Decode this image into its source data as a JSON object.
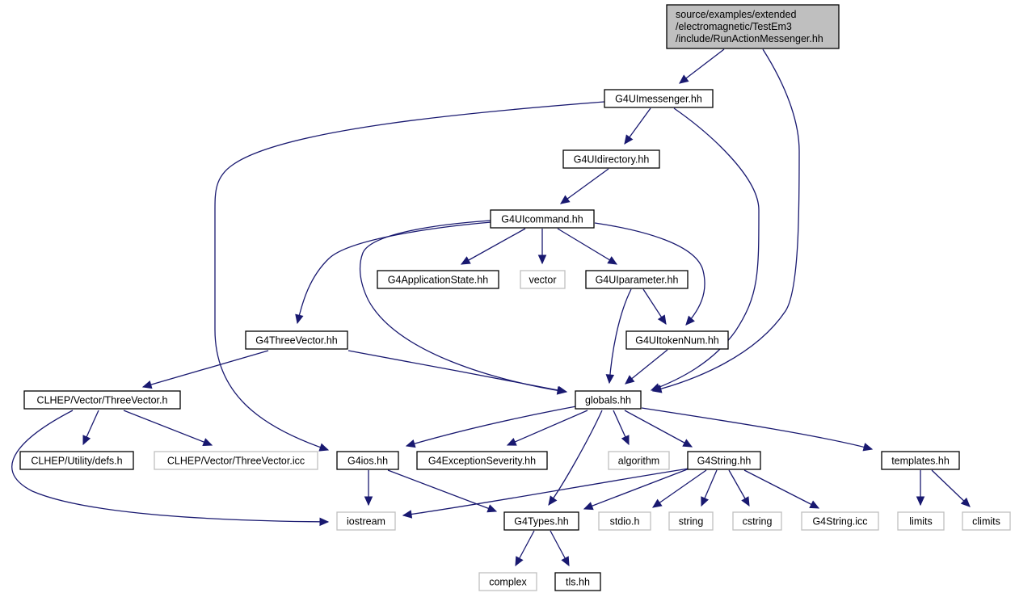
{
  "root": {
    "id": "root",
    "lines": [
      "source/examples/extended",
      "/electromagnetic/TestEm3",
      "/include/RunActionMessenger.hh"
    ]
  },
  "nodes": [
    {
      "id": "uimessenger",
      "label": "G4UImessenger.hh",
      "external": false
    },
    {
      "id": "uidirectory",
      "label": "G4UIdirectory.hh",
      "external": false
    },
    {
      "id": "uicommand",
      "label": "G4UIcommand.hh",
      "external": false
    },
    {
      "id": "appstate",
      "label": "G4ApplicationState.hh",
      "external": false
    },
    {
      "id": "vector",
      "label": "vector",
      "external": true
    },
    {
      "id": "uiparameter",
      "label": "G4UIparameter.hh",
      "external": false
    },
    {
      "id": "threevector",
      "label": "G4ThreeVector.hh",
      "external": false
    },
    {
      "id": "uitokennum",
      "label": "G4UItokenNum.hh",
      "external": false
    },
    {
      "id": "clhep3v",
      "label": "CLHEP/Vector/ThreeVector.h",
      "external": false
    },
    {
      "id": "globals",
      "label": "globals.hh",
      "external": false
    },
    {
      "id": "defs",
      "label": "CLHEP/Utility/defs.h",
      "external": false
    },
    {
      "id": "clhep3vicc",
      "label": "CLHEP/Vector/ThreeVector.icc",
      "external": true
    },
    {
      "id": "g4ios",
      "label": "G4ios.hh",
      "external": false
    },
    {
      "id": "excsev",
      "label": "G4ExceptionSeverity.hh",
      "external": false
    },
    {
      "id": "algorithm",
      "label": "algorithm",
      "external": true
    },
    {
      "id": "g4string",
      "label": "G4String.hh",
      "external": false
    },
    {
      "id": "templates",
      "label": "templates.hh",
      "external": false
    },
    {
      "id": "iostream",
      "label": "iostream",
      "external": true
    },
    {
      "id": "g4types",
      "label": "G4Types.hh",
      "external": false
    },
    {
      "id": "stdio",
      "label": "stdio.h",
      "external": true
    },
    {
      "id": "string",
      "label": "string",
      "external": true
    },
    {
      "id": "cstring",
      "label": "cstring",
      "external": true
    },
    {
      "id": "g4stringicc",
      "label": "G4String.icc",
      "external": true
    },
    {
      "id": "limits",
      "label": "limits",
      "external": true
    },
    {
      "id": "climits",
      "label": "climits",
      "external": true
    },
    {
      "id": "complex",
      "label": "complex",
      "external": true
    },
    {
      "id": "tls",
      "label": "tls.hh",
      "external": false
    }
  ],
  "edges": [
    [
      "root",
      "uimessenger"
    ],
    [
      "root",
      "globals"
    ],
    [
      "uimessenger",
      "uidirectory"
    ],
    [
      "uimessenger",
      "globals"
    ],
    [
      "uimessenger",
      "g4ios"
    ],
    [
      "uidirectory",
      "uicommand"
    ],
    [
      "uicommand",
      "appstate"
    ],
    [
      "uicommand",
      "vector"
    ],
    [
      "uicommand",
      "uiparameter"
    ],
    [
      "uicommand",
      "threevector"
    ],
    [
      "uicommand",
      "uitokennum"
    ],
    [
      "uicommand",
      "globals"
    ],
    [
      "uiparameter",
      "uitokennum"
    ],
    [
      "uiparameter",
      "globals"
    ],
    [
      "uitokennum",
      "globals"
    ],
    [
      "threevector",
      "globals"
    ],
    [
      "threevector",
      "clhep3v"
    ],
    [
      "clhep3v",
      "defs"
    ],
    [
      "clhep3v",
      "clhep3vicc"
    ],
    [
      "clhep3v",
      "iostream"
    ],
    [
      "globals",
      "g4ios"
    ],
    [
      "globals",
      "excsev"
    ],
    [
      "globals",
      "algorithm"
    ],
    [
      "globals",
      "g4string"
    ],
    [
      "globals",
      "templates"
    ],
    [
      "globals",
      "g4types"
    ],
    [
      "g4ios",
      "iostream"
    ],
    [
      "g4ios",
      "g4types"
    ],
    [
      "g4string",
      "iostream"
    ],
    [
      "g4string",
      "g4types"
    ],
    [
      "g4string",
      "stdio"
    ],
    [
      "g4string",
      "string"
    ],
    [
      "g4string",
      "cstring"
    ],
    [
      "g4string",
      "g4stringicc"
    ],
    [
      "templates",
      "limits"
    ],
    [
      "templates",
      "climits"
    ],
    [
      "g4types",
      "complex"
    ],
    [
      "g4types",
      "tls"
    ]
  ]
}
